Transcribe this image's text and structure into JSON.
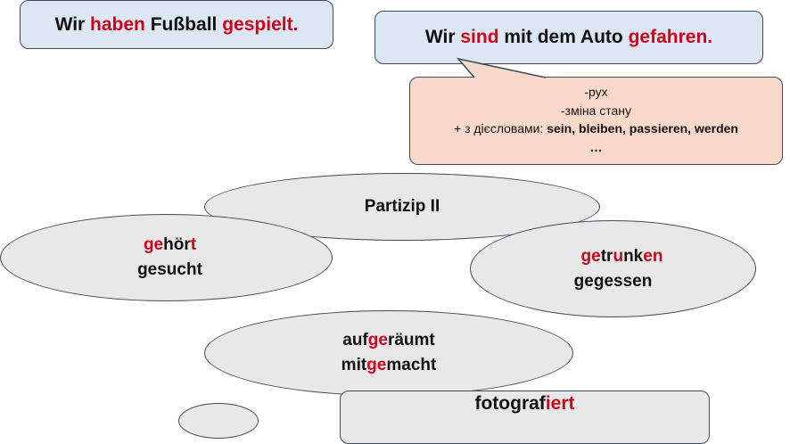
{
  "sentences": {
    "haben": {
      "prefix": "Wir ",
      "aux": "haben",
      "middle": " Fußball ",
      "participle": "gespielt."
    },
    "sein": {
      "prefix": "Wir ",
      "aux": "sind",
      "middle": " mit dem Auto ",
      "participle": "gefahren."
    }
  },
  "note": {
    "line1": "-рух",
    "line2": "-зміна стану",
    "line3_prefix": "+ з дієсловами: ",
    "line3_verbs": "sein, bleiben, passieren, werden",
    "line4": "…"
  },
  "partizip": {
    "title": "Partizip II"
  },
  "examples": {
    "weak": {
      "w1": {
        "prefix": "ge",
        "stem": "hör",
        "suffix": "t"
      },
      "w2": "gesucht"
    },
    "strong": {
      "s1": {
        "prefix": "ge",
        "stem1": "tr",
        "vowel": "u",
        "stem2": "nk",
        "suffix": "en"
      },
      "s2": "gegessen"
    },
    "separable": {
      "p1": {
        "particle": "auf",
        "ge": "ge",
        "rest": "räumt"
      },
      "p2": {
        "particle": "mit",
        "ge": "ge",
        "rest": "macht"
      }
    },
    "ieren": {
      "stem": "fotograf",
      "suffix": "iert"
    }
  },
  "colors": {
    "highlight": "#d0021b",
    "sentence_box": "#dde6f3",
    "note_box": "#f9d9c9",
    "ellipse": "#e8e8e8",
    "border": "#3d4a5c"
  }
}
